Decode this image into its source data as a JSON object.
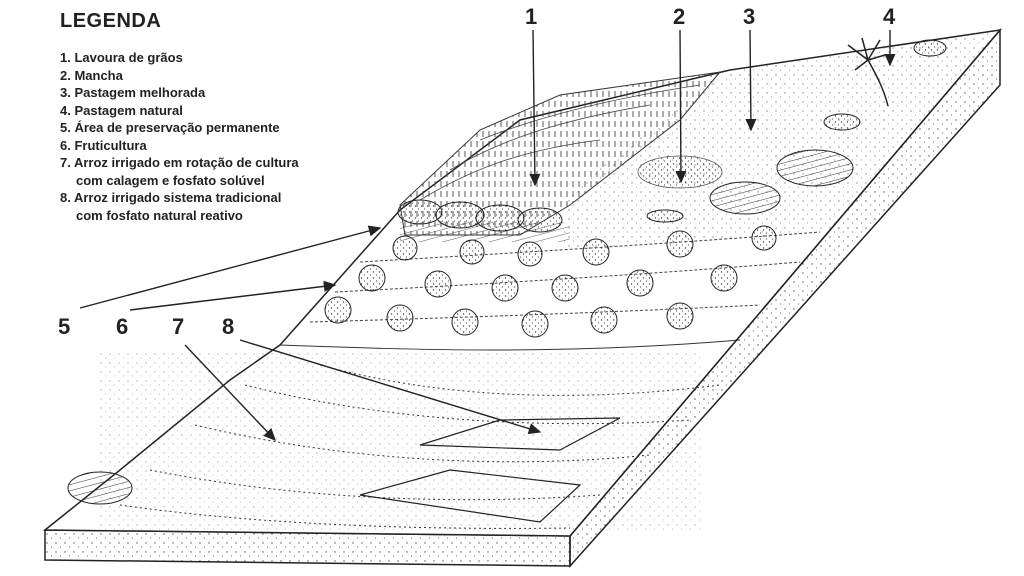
{
  "legend": {
    "title": "LEGENDA",
    "items": [
      "1. Lavoura de grãos",
      "2. Mancha",
      "3. Pastagem melhorada",
      "4. Pastagem natural",
      "5. Área de preservação permanente",
      "6. Fruticultura",
      "7. Arroz irrigado em rotação de cultura",
      "com calagem e fosfato solúvel",
      "8. Arroz irrigado sistema tradicional",
      "com fosfato natural reativo"
    ]
  },
  "zone_numbers": [
    "1",
    "2",
    "3",
    "4",
    "5",
    "6",
    "7",
    "8"
  ],
  "colors": {
    "ink": "#222222",
    "background": "#ffffff"
  }
}
